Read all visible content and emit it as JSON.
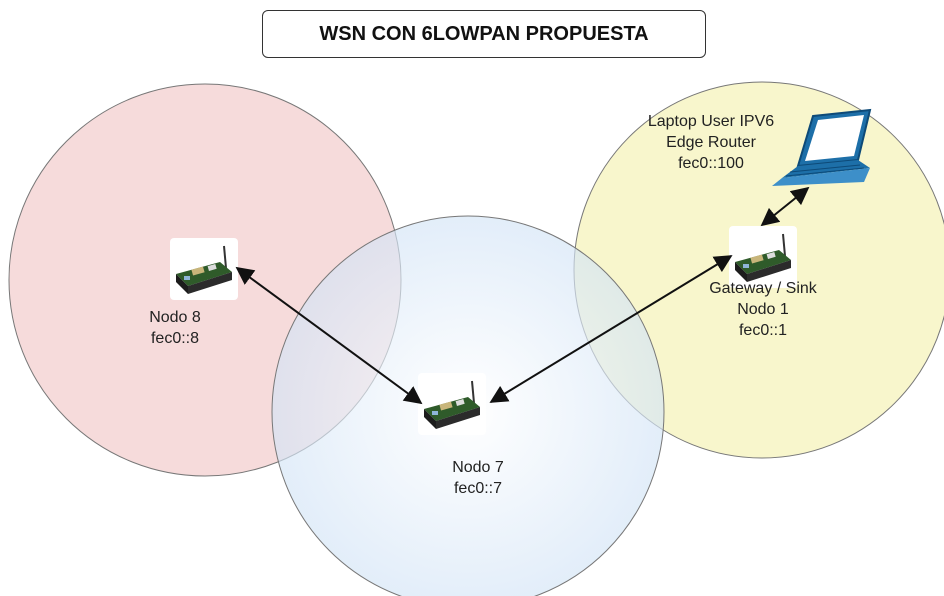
{
  "title": "WSN CON 6LOWPAN PROPUESTA",
  "nodes": {
    "nodo8": {
      "name": "Nodo 8",
      "address": "fec0::8"
    },
    "nodo7": {
      "name": "Nodo 7",
      "address": "fec0::7"
    },
    "nodo1": {
      "role": "Gateway / Sink",
      "name": "Nodo 1",
      "address": "fec0::1"
    }
  },
  "laptop": {
    "line1": "Laptop User IPV6",
    "line2": "Edge Router",
    "address": "fec0::100"
  },
  "colors": {
    "zone_nodo8": "#f6dada",
    "zone_nodo7": "#d6e6f7",
    "zone_nodo1": "#f6f5c6",
    "laptop_blue": "#1d6fa8",
    "board_green": "#2f5b2a"
  }
}
